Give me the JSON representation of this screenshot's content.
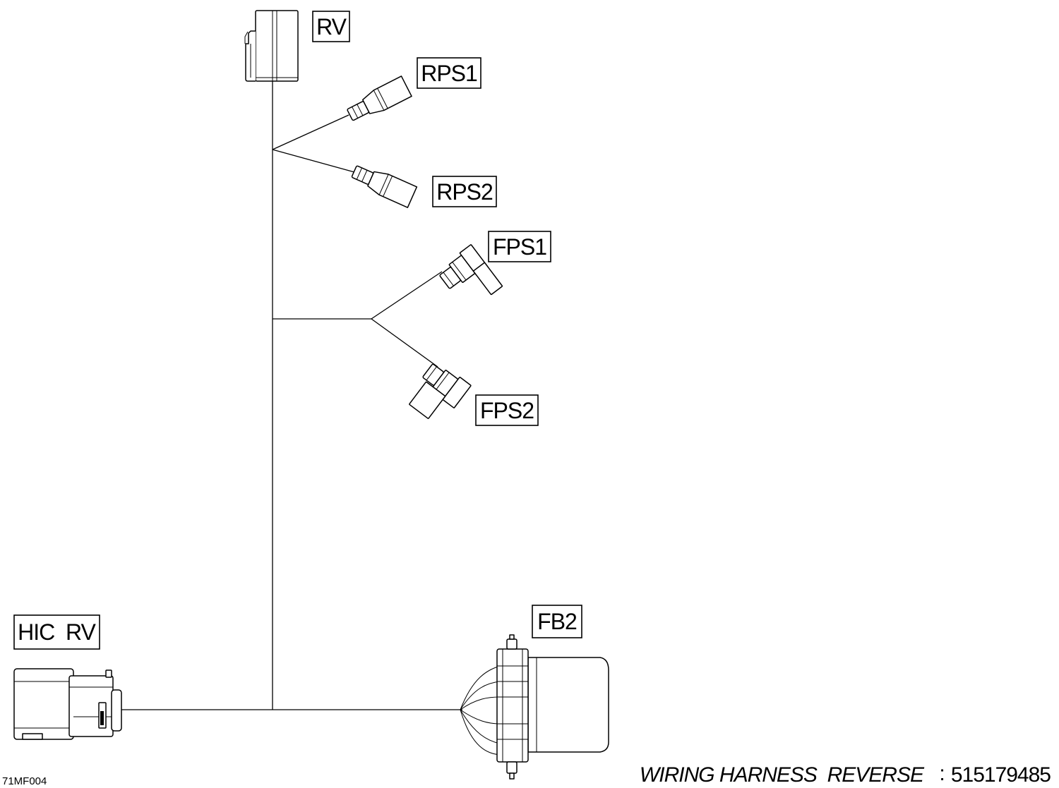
{
  "labels": {
    "rv": "RV",
    "rps1": "RPS1",
    "rps2": "RPS2",
    "fps1": "FPS1",
    "fps2": "FPS2",
    "hic_rv": "HIC  RV",
    "fb2": "FB2"
  },
  "figure_code": "71MF004",
  "title": {
    "name": "WIRING HARNESS  REVERSE",
    "separator": ":",
    "part_number": "515179485"
  }
}
